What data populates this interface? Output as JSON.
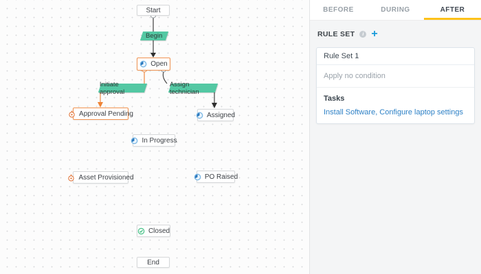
{
  "colors": {
    "accent_yellow": "#fdc119",
    "link_blue": "#2e81c6",
    "add_blue": "#189ad9",
    "selected_orange": "#f0914e",
    "transition_green": "#53c8a3"
  },
  "canvas": {
    "nodes": [
      {
        "label": "Start"
      },
      {
        "label": "Open"
      },
      {
        "label": "Approval Pending"
      },
      {
        "label": "Assigned"
      },
      {
        "label": "In Progress"
      },
      {
        "label": "Asset Provisioned"
      },
      {
        "label": "PO Raised"
      },
      {
        "label": "Closed"
      },
      {
        "label": "End"
      }
    ],
    "transitions": [
      {
        "label": "Begin"
      },
      {
        "label": "Initiate approval"
      },
      {
        "label": "Assign technician"
      }
    ]
  },
  "panel": {
    "tabs": [
      {
        "label": "BEFORE"
      },
      {
        "label": "DURING"
      },
      {
        "label": "AFTER"
      }
    ],
    "rule_set": {
      "heading": "RULE SET",
      "info_icon": "i",
      "add_button": "+",
      "card": {
        "title": "Rule Set 1",
        "condition": "Apply no condition",
        "tasks_heading": "Tasks",
        "tasks": [
          "Install Software",
          "Configure laptop settings"
        ],
        "tasks_separator": ","
      }
    }
  }
}
